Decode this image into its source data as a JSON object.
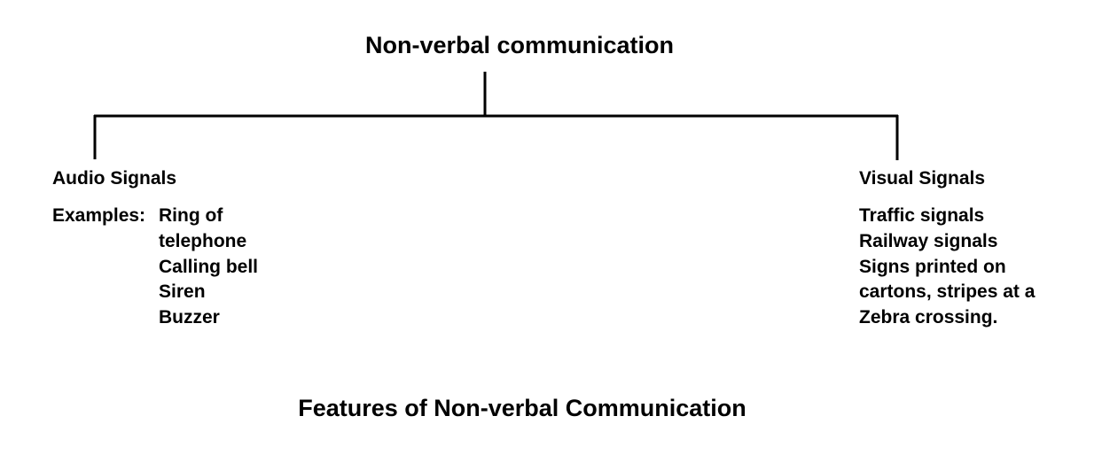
{
  "root": {
    "title": "Non-verbal communication"
  },
  "branches": {
    "audio": {
      "title": "Audio Signals",
      "examples_label": "Examples:",
      "lines": [
        "Ring of",
        "telephone",
        "Calling bell",
        "Siren",
        "Buzzer"
      ]
    },
    "visual": {
      "title": "Visual Signals",
      "lines": [
        "Traffic signals",
        "Railway signals",
        "Signs printed on",
        "cartons, stripes at a",
        "Zebra crossing."
      ]
    }
  },
  "caption": "Features of Non-verbal Communication",
  "colors": {
    "line": "#000000",
    "text": "#000000",
    "background": "#ffffff"
  }
}
